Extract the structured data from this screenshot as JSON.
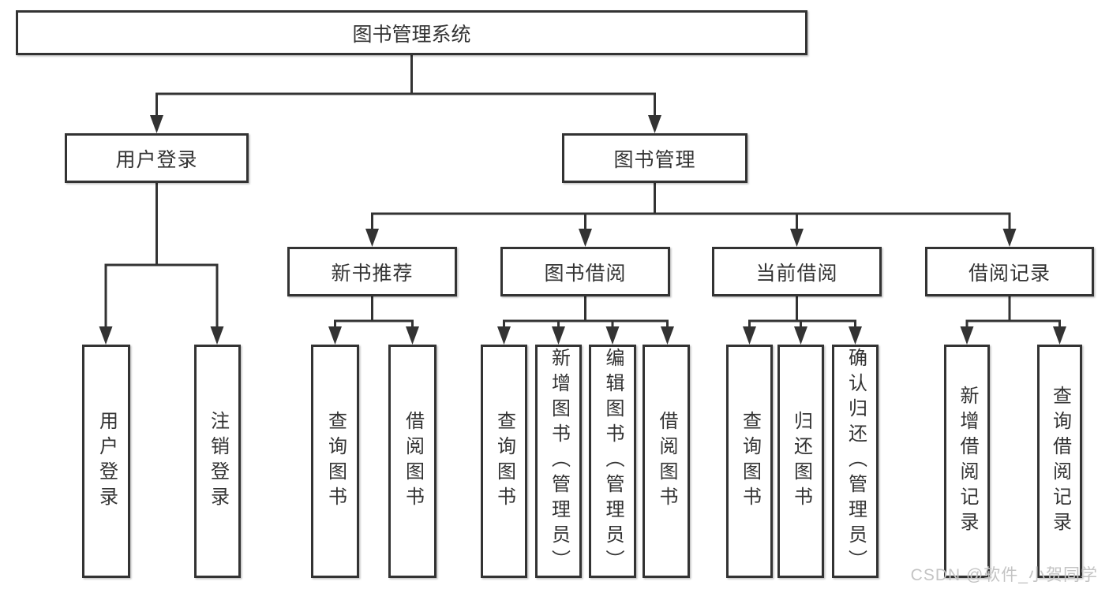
{
  "diagram": {
    "title": "图书管理系统",
    "branches": [
      {
        "label": "用户登录",
        "children": [
          {
            "label": "用户登录"
          },
          {
            "label": "注销登录"
          }
        ]
      },
      {
        "label": "图书管理",
        "children": [
          {
            "label": "新书推荐",
            "children": [
              {
                "label": "查询图书"
              },
              {
                "label": "借阅图书"
              }
            ]
          },
          {
            "label": "图书借阅",
            "children": [
              {
                "label": "查询图书"
              },
              {
                "label": "新增图书（管理员）"
              },
              {
                "label": "编辑图书（管理员）"
              },
              {
                "label": "借阅图书"
              }
            ]
          },
          {
            "label": "当前借阅",
            "children": [
              {
                "label": "查询图书"
              },
              {
                "label": "归还图书"
              },
              {
                "label": "确认归还（管理员）"
              }
            ]
          },
          {
            "label": "借阅记录",
            "children": [
              {
                "label": "新增借阅记录"
              },
              {
                "label": "查询借阅记录"
              }
            ]
          }
        ]
      }
    ]
  },
  "watermark": {
    "text": "CSDN @软件_小贺同学"
  },
  "colors": {
    "background": "#ffffff",
    "fill": "#ffffff",
    "border": "#333333",
    "line": "#333333",
    "text": "#333333",
    "watermark": "#c4c4c4"
  }
}
